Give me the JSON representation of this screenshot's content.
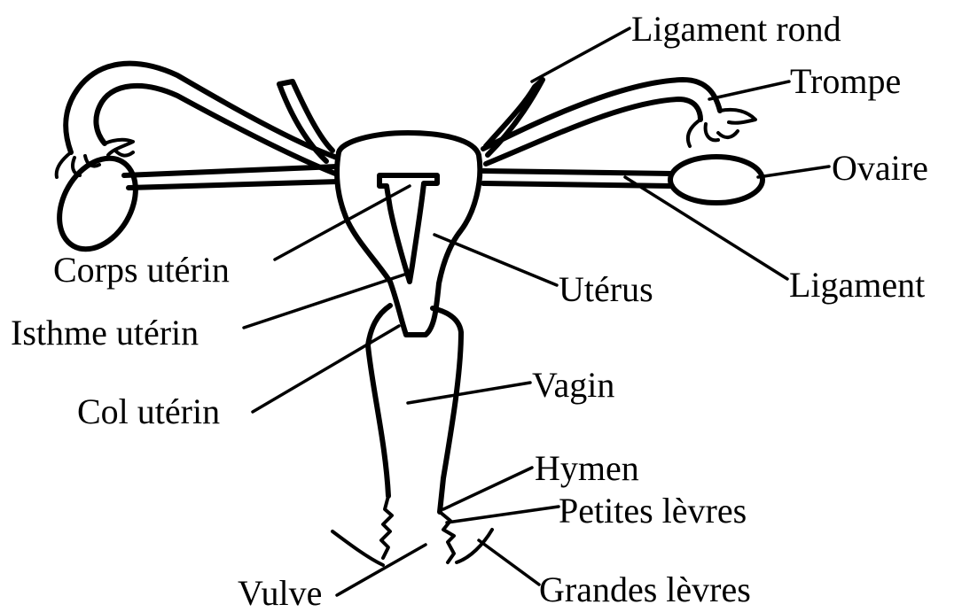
{
  "labels": {
    "ligament_rond": "Ligament rond",
    "trompe": "Trompe",
    "ovaire": "Ovaire",
    "ligament": "Ligament",
    "uterus": "Utérus",
    "corps_uterin": "Corps utérin",
    "isthme_uterin": "Isthme utérin",
    "col_uterin": "Col utérin",
    "vagin": "Vagin",
    "hymen": "Hymen",
    "petites_levres": "Petites lèvres",
    "grandes_levres": "Grandes lèvres",
    "vulve": "Vulve"
  },
  "colors": {
    "line": "#000000",
    "background": "#ffffff"
  }
}
